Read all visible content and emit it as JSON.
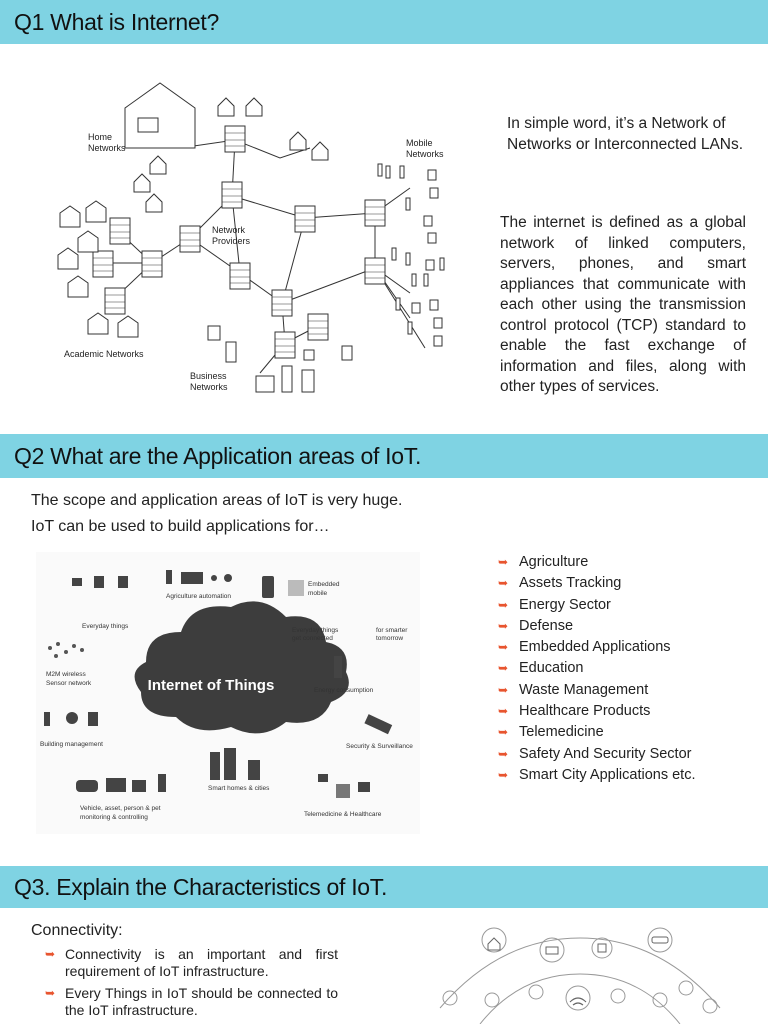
{
  "q1": {
    "title": "Q1 What is Internet?",
    "para1": "In simple word, it’s a Network of Networks or Interconnected LANs.",
    "para2": "The internet is defined as a global network of linked computers, servers, phones, and smart appliances that communicate with each other using the transmission control protocol (TCP) standard to enable the fast exchange of information and files, along with other types of services.",
    "figure": {
      "home": "Home",
      "networks": "Networks",
      "mobile": "Mobile",
      "mobile_networks": "Networks",
      "network": "Network",
      "providers": "Providers",
      "academic": "Academic Networks",
      "business": "Business",
      "business_networks": "Networks"
    }
  },
  "q2": {
    "title": "Q2 What are the Application areas of IoT.",
    "intro_line1": "The scope and application areas of IoT is very huge.",
    "intro_line2": "IoT can be used to build applications for…",
    "figure": {
      "center": "Internet of Things",
      "agri": "Agriculture automation",
      "embedded": "Embedded",
      "embedded2": "mobile",
      "everyday": "Everyday things",
      "everyday_conn1": "Everyday things",
      "everyday_conn2": "get connected",
      "smarter1": "for smarter",
      "smarter2": "tomorrow",
      "m2m1": "M2M wireless",
      "m2m2": "Sensor network",
      "energy": "Energy consumption",
      "building": "Building management",
      "security": "Security & Surveillance",
      "homes": "Smart homes & cities",
      "vehicle1": "Vehicle, asset, person & pet",
      "vehicle2": "monitoring & controlling",
      "tele": "Telemedicine & Healthcare"
    },
    "apps": [
      "Agriculture",
      "Assets Tracking",
      "Energy Sector",
      "Defense",
      "Embedded Applications",
      "Education",
      "Waste Management",
      "Healthcare Products",
      "Telemedicine",
      "Safety And Security Sector",
      "Smart City Applications etc."
    ],
    "arrow_icon": "arrow-right-icon",
    "arrow_color": "#e8552f"
  },
  "q3": {
    "title": "Q3. Explain the Characteristics of IoT.",
    "conn_title": "Connectivity:",
    "points": [
      "Connectivity is an important and first requirement of IoT infrastructure.",
      "Every Things in IoT should be connected to the IoT infrastructure."
    ]
  },
  "colors": {
    "header_bg": "#7fd3e3",
    "accent": "#e8552f"
  }
}
